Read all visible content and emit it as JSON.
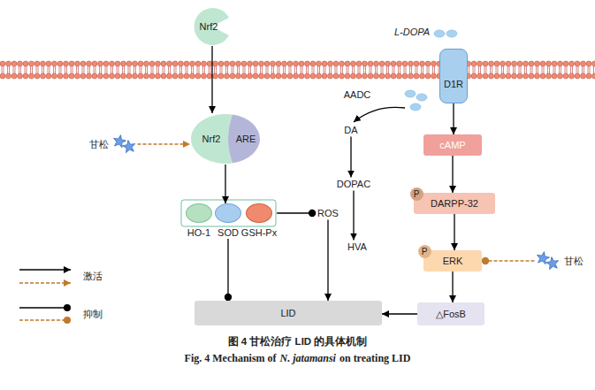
{
  "diagram": {
    "caption": "图 4 甘松治疗 LID 的具体机制",
    "nodes": [
      {
        "text": [
          "Nrf2"
        ]
      },
      {
        "text": [
          "L-DOPA"
        ]
      },
      {
        "text": [
          "D1R"
        ]
      },
      {
        "text": [
          "甘松"
        ]
      },
      {
        "text": [
          "Nrf2",
          "ARE"
        ]
      },
      {
        "text": [
          "DA"
        ]
      },
      {
        "text": [
          "cAMP"
        ]
      },
      {
        "text": [
          "DOPAC"
        ]
      },
      {
        "text": [
          "P"
        ]
      },
      {
        "text": [
          "DARPP-32"
        ]
      },
      {
        "text": [
          "HO-1"
        ]
      },
      {
        "text": [
          "SOD"
        ]
      },
      {
        "text": [
          "GSH-Px"
        ]
      },
      {
        "text": [
          "ROS"
        ]
      },
      {
        "text": [
          "HVA"
        ]
      },
      {
        "text": [
          "P"
        ]
      },
      {
        "text": [
          "ERK"
        ]
      },
      {
        "text": [
          "甘松"
        ]
      },
      {
        "text": [
          "LID"
        ]
      },
      {
        "text": [
          "△FosB"
        ]
      }
    ],
    "edges": [
      {
        "from": 0,
        "to": 4,
        "arrow": "to"
      },
      {
        "from": 3,
        "to": 4,
        "arrow": "to"
      },
      {
        "from": 4,
        "to": 11,
        "arrow": "to"
      },
      {
        "from": 12,
        "to": 13,
        "arrow": "to"
      },
      {
        "from": 11,
        "to": 18,
        "arrow": "to"
      },
      {
        "from": 13,
        "to": 18,
        "arrow": "to"
      },
      {
        "from": 2,
        "to": 6,
        "arrow": "to"
      },
      {
        "from": 5,
        "to": 7,
        "arrow": "to"
      },
      {
        "from": 7,
        "to": 14,
        "arrow": "to"
      },
      {
        "from": 6,
        "to": 9,
        "arrow": "to"
      },
      {
        "from": 9,
        "to": 16,
        "arrow": "to"
      },
      {
        "from": 17,
        "to": 16,
        "arrow": "to"
      },
      {
        "from": 16,
        "to": 19,
        "arrow": "to"
      },
      {
        "from": 19,
        "to": 18,
        "arrow": "to"
      }
    ],
    "labels": [
      "AADC",
      "Fig. 4 Mechanism of",
      "N. jatamansi",
      "on treating LID"
    ],
    "legend": [
      {
        "text": "激活"
      },
      {
        "text": "抑制"
      }
    ]
  }
}
